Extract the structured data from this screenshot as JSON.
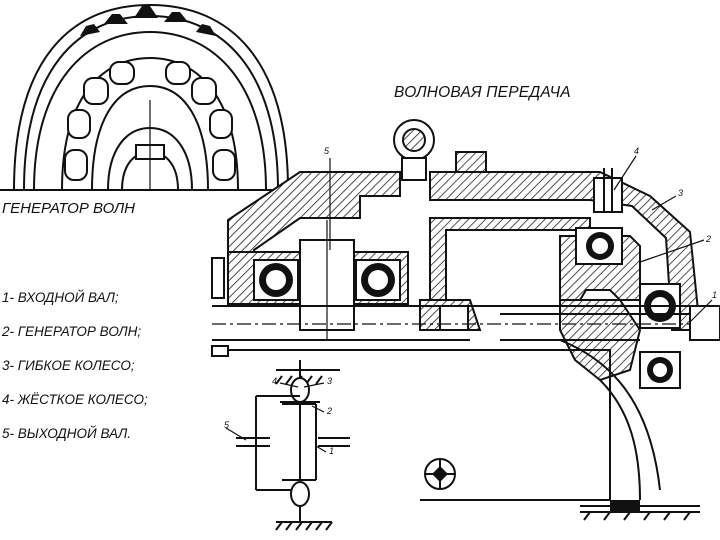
{
  "title": "ВОЛНОВАЯ ПЕРЕДАЧА",
  "generator_heading": "ГЕНЕРАТОР ВОЛН",
  "legend": [
    "1- ВХОДНОЙ ВАЛ;",
    "2- ГЕНЕРАТОР ВОЛН;",
    "3- ГИБКОЕ КОЛЕСО;",
    "4- ЖЁСТКОЕ КОЛЕСО;",
    "5- ВЫХОДНОЙ ВАЛ."
  ],
  "callouts": {
    "section_5": "5",
    "section_4": "4",
    "section_3": "3",
    "section_2": "2",
    "section_1": "1",
    "schematic_4": "4",
    "schematic_3": "3",
    "schematic_2": "2",
    "schematic_1": "1",
    "schematic_5": "5"
  }
}
